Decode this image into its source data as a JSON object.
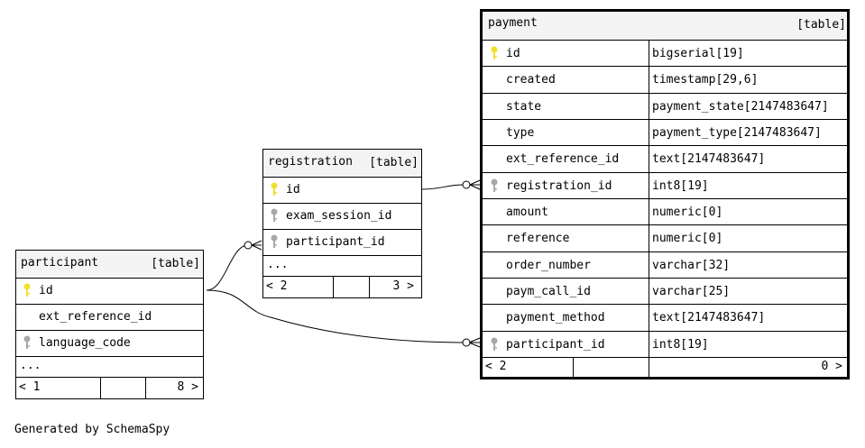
{
  "tables": {
    "participant": {
      "name": "participant",
      "kind": "[table]",
      "rows": [
        {
          "label": "id",
          "key": "primary"
        },
        {
          "label": "ext_reference_id",
          "key": "none"
        },
        {
          "label": "language_code",
          "key": "foreign"
        }
      ],
      "more": "...",
      "nav": {
        "prev": "< 1",
        "next": "8 >"
      }
    },
    "registration": {
      "name": "registration",
      "kind": "[table]",
      "rows": [
        {
          "label": "id",
          "key": "primary"
        },
        {
          "label": "exam_session_id",
          "key": "foreign"
        },
        {
          "label": "participant_id",
          "key": "foreign"
        }
      ],
      "more": "...",
      "nav": {
        "prev": "< 2",
        "next": "3 >"
      }
    },
    "payment": {
      "name": "payment",
      "kind": "[table]",
      "rows": [
        {
          "label": "id",
          "type": "bigserial[19]",
          "key": "primary"
        },
        {
          "label": "created",
          "type": "timestamp[29,6]",
          "key": "none"
        },
        {
          "label": "state",
          "type": "payment_state[2147483647]",
          "key": "none"
        },
        {
          "label": "type",
          "type": "payment_type[2147483647]",
          "key": "none"
        },
        {
          "label": "ext_reference_id",
          "type": "text[2147483647]",
          "key": "none"
        },
        {
          "label": "registration_id",
          "type": "int8[19]",
          "key": "foreign"
        },
        {
          "label": "amount",
          "type": "numeric[0]",
          "key": "none"
        },
        {
          "label": "reference",
          "type": "numeric[0]",
          "key": "none"
        },
        {
          "label": "order_number",
          "type": "varchar[32]",
          "key": "none"
        },
        {
          "label": "paym_call_id",
          "type": "varchar[25]",
          "key": "none"
        },
        {
          "label": "payment_method",
          "type": "text[2147483647]",
          "key": "none"
        },
        {
          "label": "participant_id",
          "type": "int8[19]",
          "key": "foreign"
        }
      ],
      "nav": {
        "prev": "< 2",
        "next": "0 >"
      }
    }
  },
  "colors": {
    "primary_key": "#f0e030",
    "foreign_key": "#a8a8a8",
    "header_bg": "#f4f4f4"
  },
  "footer": "Generated by SchemaSpy"
}
